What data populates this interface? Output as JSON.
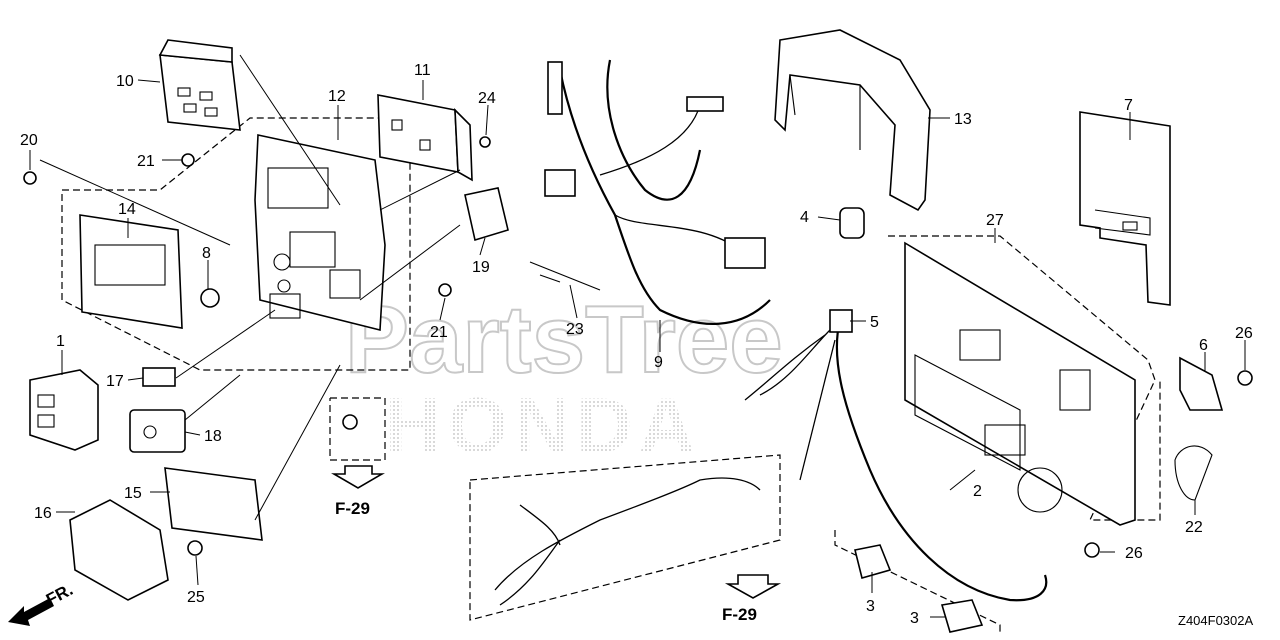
{
  "watermark": {
    "brand": "PartsTree",
    "maker": "HONDA"
  },
  "diagram_code": "Z404F0302A",
  "front_marker": "FR.",
  "references": [
    "F-29",
    "F-29"
  ],
  "callouts": [
    "1",
    "2",
    "3",
    "3",
    "4",
    "5",
    "6",
    "7",
    "8",
    "9",
    "10",
    "11",
    "12",
    "13",
    "14",
    "15",
    "16",
    "17",
    "18",
    "19",
    "20",
    "21",
    "21",
    "22",
    "23",
    "24",
    "25",
    "26",
    "26",
    "27"
  ]
}
